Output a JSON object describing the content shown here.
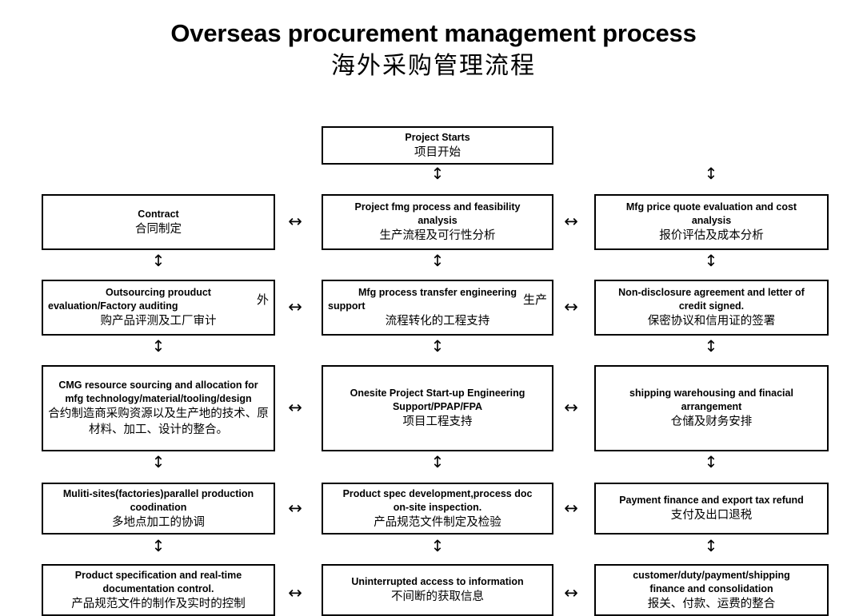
{
  "title": {
    "english": "Overseas procurement management process",
    "chinese": "海外采购管理流程"
  },
  "connectors": {
    "vertical_symbol": "↕",
    "horizontal_symbol": "↔"
  },
  "start_node": {
    "english": "Project Starts",
    "chinese": "项目开始"
  },
  "columns": [
    {
      "id": "col-left"
    },
    {
      "id": "col-middle"
    },
    {
      "id": "col-right"
    }
  ],
  "rows": [
    {
      "left": {
        "en1": "Contract",
        "en2": "",
        "cn": "合同制定",
        "tag": ""
      },
      "middle": {
        "en1": "Project fmg process and feasibility",
        "en2": "analysis",
        "cn": "生产流程及可行性分析",
        "tag": ""
      },
      "right": {
        "en1": "Mfg price quote evaluation and cost",
        "en2": "analysis",
        "cn": "报价评估及成本分析",
        "tag": ""
      }
    },
    {
      "left": {
        "en1": "Outsourcing prouduct",
        "en2": "evaluation/Factory auditing",
        "cn": "购产品评测及工厂审计",
        "tag": "外"
      },
      "middle": {
        "en1": "Mfg process transfer engineering",
        "en2": "support",
        "cn": "流程转化的工程支持",
        "tag": "生产"
      },
      "right": {
        "en1": "Non-disclosure agreement and letter of",
        "en2": "credit signed.",
        "cn": "保密协议和信用证的签署",
        "tag": ""
      }
    },
    {
      "left": {
        "en1": "CMG resource sourcing and allocation for",
        "en2": "mfg technology/material/tooling/design",
        "cn": "合约制造商采购资源以及生产地的技术、原材料、加工、设计的整合。",
        "tag": ""
      },
      "middle": {
        "en1": "Onesite Project Start-up Engineering",
        "en2": "Support/PPAP/FPA",
        "cn": "项目工程支持",
        "tag": ""
      },
      "right": {
        "en1": "shipping warehousing and finacial",
        "en2": "arrangement",
        "cn": "仓储及财务安排",
        "tag": ""
      }
    },
    {
      "left": {
        "en1": "Muliti-sites(factories)parallel production",
        "en2": "coodination",
        "cn": "多地点加工的协调",
        "tag": ""
      },
      "middle": {
        "en1": "Product spec development,process doc",
        "en2": "on-site inspection.",
        "cn": "产品规范文件制定及检验",
        "tag": ""
      },
      "right": {
        "en1": "Payment finance and export tax refund",
        "en2": "",
        "cn": "支付及出口退税",
        "tag": ""
      }
    },
    {
      "left": {
        "en1": "Product specification and real-time",
        "en2": "documentation control.",
        "cn": "产品规范文件的制作及实时的控制",
        "tag": ""
      },
      "middle": {
        "en1": "Uninterrupted access to information",
        "en2": "",
        "cn": "不间断的获取信息",
        "tag": ""
      },
      "right": {
        "en1": "customer/duty/payment/shipping",
        "en2": "finance and consolidation",
        "cn": "报关、付款、运费的整合",
        "tag": ""
      }
    }
  ]
}
